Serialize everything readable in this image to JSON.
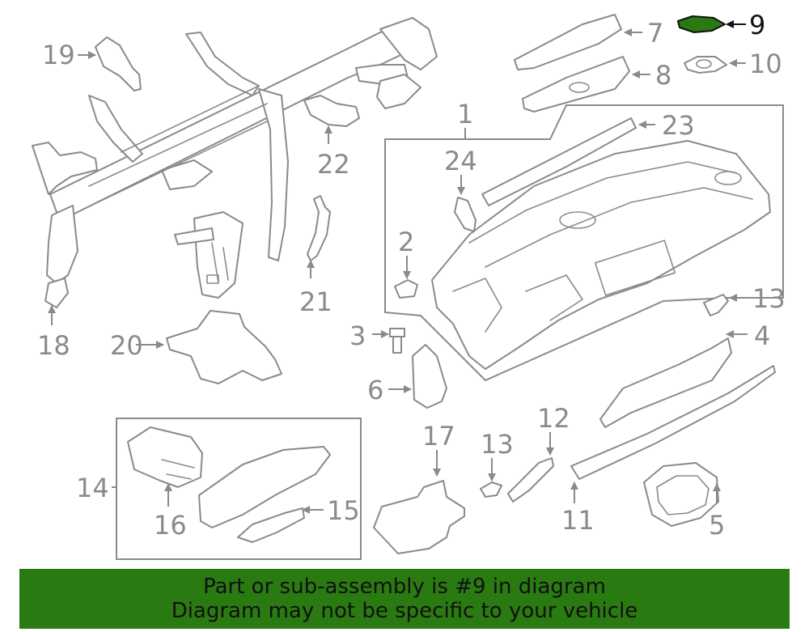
{
  "highlight_color": "#2a7a12",
  "callouts": {
    "c1": "1",
    "c2": "2",
    "c3": "3",
    "c4": "4",
    "c5": "5",
    "c6": "6",
    "c7": "7",
    "c8": "8",
    "c9": "9",
    "c10": "10",
    "c11": "11",
    "c12": "12",
    "c13a": "13",
    "c13b": "13",
    "c14": "14",
    "c15": "15",
    "c16": "16",
    "c17": "17",
    "c18": "18",
    "c19": "19",
    "c20": "20",
    "c21": "21",
    "c22": "22",
    "c23": "23",
    "c24": "24"
  },
  "banner": {
    "line1": "Part or sub-assembly is #9 in diagram",
    "line2": "Diagram may not be specific to your vehicle"
  }
}
